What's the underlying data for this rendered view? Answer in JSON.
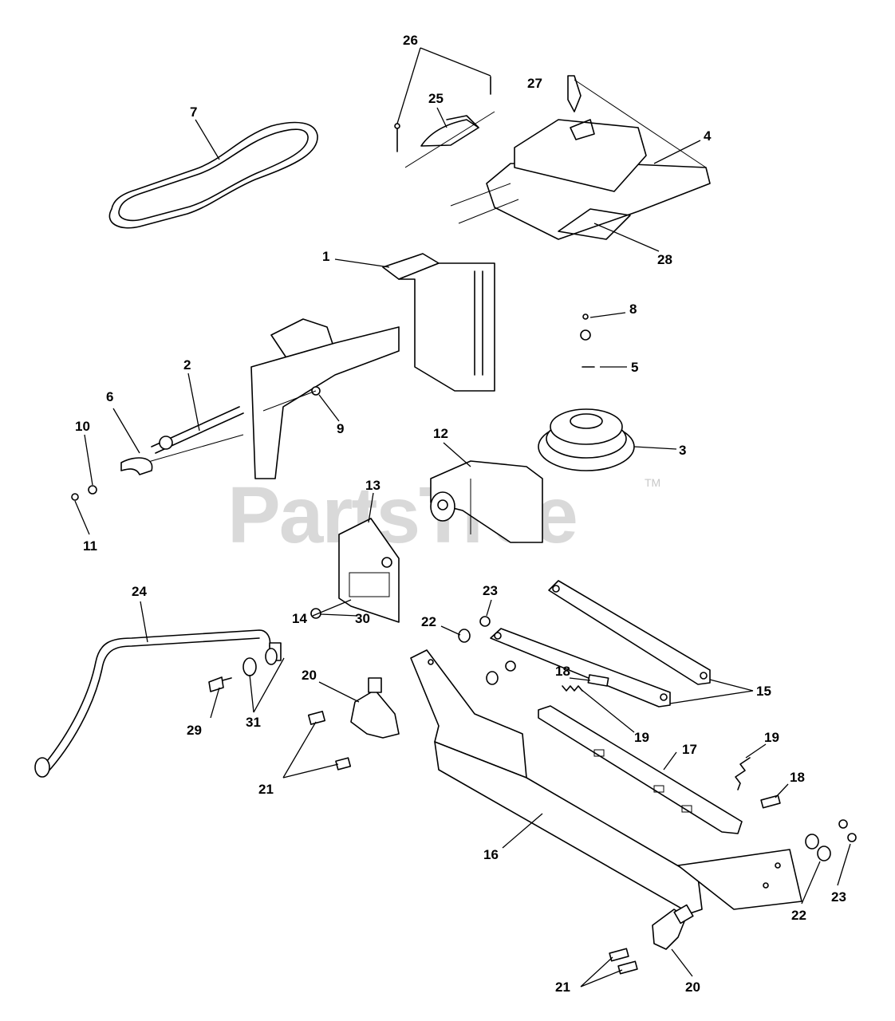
{
  "watermark": {
    "text": "PartsTree",
    "trademark": "TM"
  },
  "callouts": {
    "c1": "1",
    "c2": "2",
    "c3": "3",
    "c4": "4",
    "c5": "5",
    "c6": "6",
    "c7": "7",
    "c8": "8",
    "c9": "9",
    "c10": "10",
    "c11": "11",
    "c12": "12",
    "c13": "13",
    "c14": "14",
    "c15": "15",
    "c16": "16",
    "c17": "17",
    "c18a": "18",
    "c18b": "18",
    "c19a": "19",
    "c19b": "19",
    "c20a": "20",
    "c20b": "20",
    "c21a": "21",
    "c21b": "21",
    "c22a": "22",
    "c22b": "22",
    "c23a": "23",
    "c23b": "23",
    "c24": "24",
    "c25": "25",
    "c26": "26",
    "c27": "27",
    "c28": "28",
    "c29": "29",
    "c30": "30",
    "c31": "31"
  }
}
